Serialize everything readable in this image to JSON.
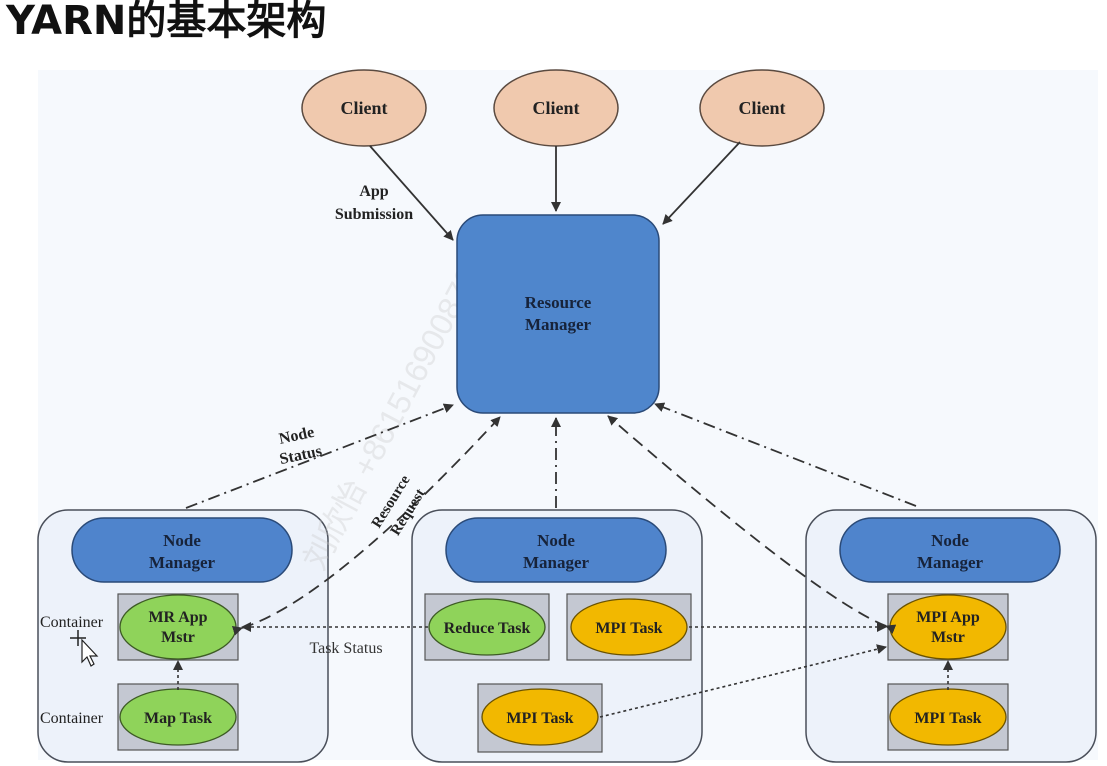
{
  "title": "YARN的基本架构",
  "clients": [
    "Client",
    "Client",
    "Client"
  ],
  "resource_manager": {
    "line1": "Resource",
    "line2": "Manager"
  },
  "node_manager": {
    "line1": "Node",
    "line2": "Manager"
  },
  "container_label": "Container",
  "left_node": {
    "mr_app_line1": "MR App",
    "mr_app_line2": "Mstr",
    "map_task": "Map Task"
  },
  "middle_node": {
    "reduce_task": "Reduce Task",
    "mpi_task_1": "MPI Task",
    "mpi_task_2": "MPI Task"
  },
  "right_node": {
    "mpi_app_line1": "MPI App",
    "mpi_app_line2": "Mstr",
    "mpi_task": "MPI Task"
  },
  "edge_labels": {
    "app_line1": "App",
    "app_line2": "Submission",
    "node_line1": "Node",
    "node_line2": "Status",
    "resource_line1": "Resource",
    "resource_line2": "Request",
    "task_status": "Task Status"
  },
  "watermark": "刘欣怡 +8615169008723",
  "colors": {
    "client_fill": "#f0c9ae",
    "rm_fill": "#4f86cc",
    "nm_fill": "#4f84cc",
    "green_fill": "#8fd35a",
    "yellow_fill": "#f2b800",
    "container_fill": "#c4c8d2",
    "node_box_fill": "#edf2fa"
  }
}
